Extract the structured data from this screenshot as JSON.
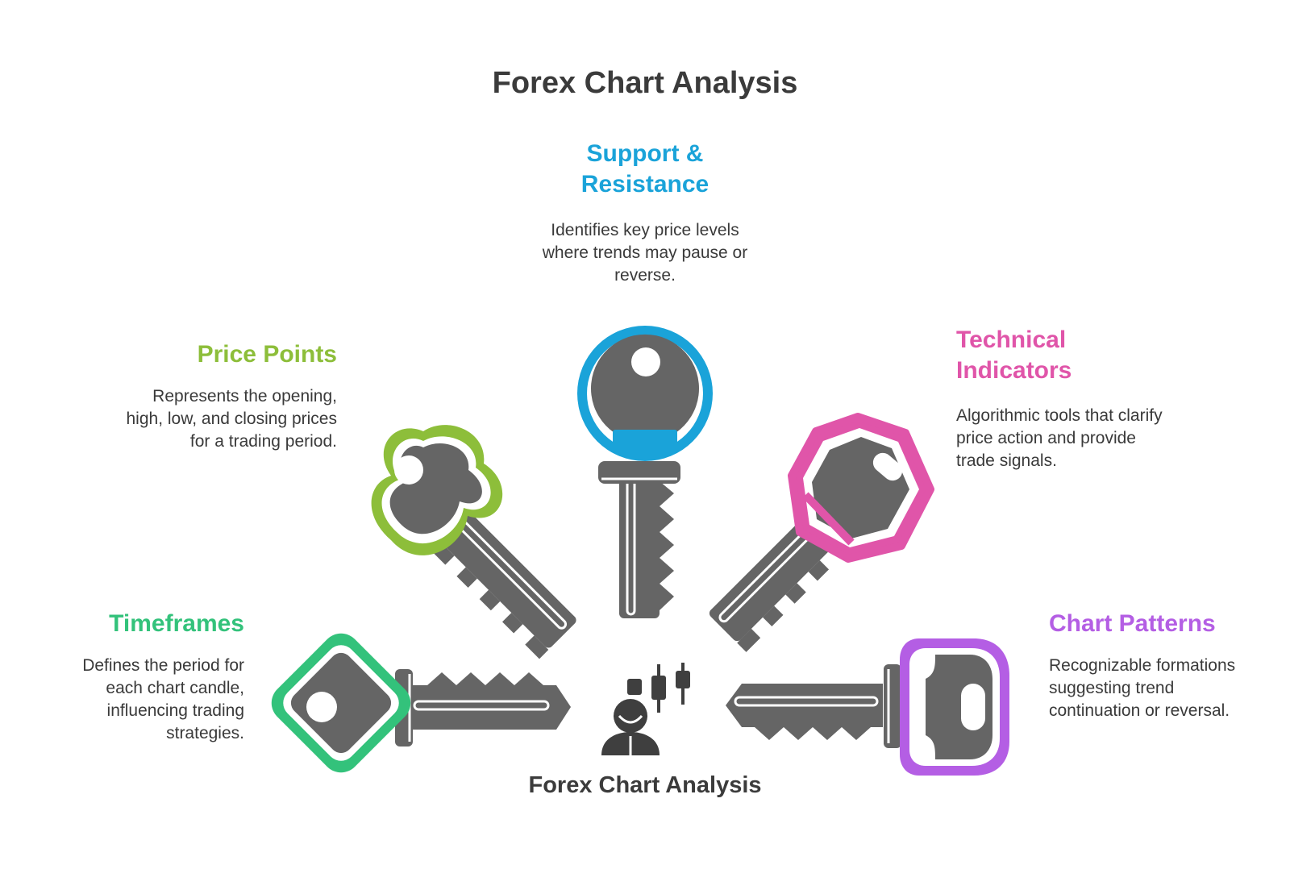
{
  "title": "Forex Chart Analysis",
  "center": {
    "label": "Forex Chart Analysis",
    "icon": "trader-candlestick-icon"
  },
  "colors": {
    "key_body": "#656565",
    "support": "#1aa3d9",
    "price": "#8dbe3a",
    "technical": "#e055a9",
    "timeframes": "#33c27b",
    "patterns": "#b45ee4",
    "title": "#3b3b3b"
  },
  "items": [
    {
      "id": "support",
      "title": "Support & Resistance",
      "description": "Identifies key price levels where trends may pause or reverse.",
      "color": "#1aa3d9"
    },
    {
      "id": "price",
      "title": "Price Points",
      "description": "Represents the opening, high, low, and closing prices for a trading period.",
      "color": "#8dbe3a"
    },
    {
      "id": "technical",
      "title": "Technical Indicators",
      "description": "Algorithmic tools that clarify price action and provide trade signals.",
      "color": "#e055a9"
    },
    {
      "id": "timeframes",
      "title": "Timeframes",
      "description": "Defines the period for each chart candle, influencing trading strategies.",
      "color": "#33c27b"
    },
    {
      "id": "patterns",
      "title": "Chart Patterns",
      "description": "Recognizable formations suggesting trend continuation or reversal.",
      "color": "#b45ee4"
    }
  ]
}
